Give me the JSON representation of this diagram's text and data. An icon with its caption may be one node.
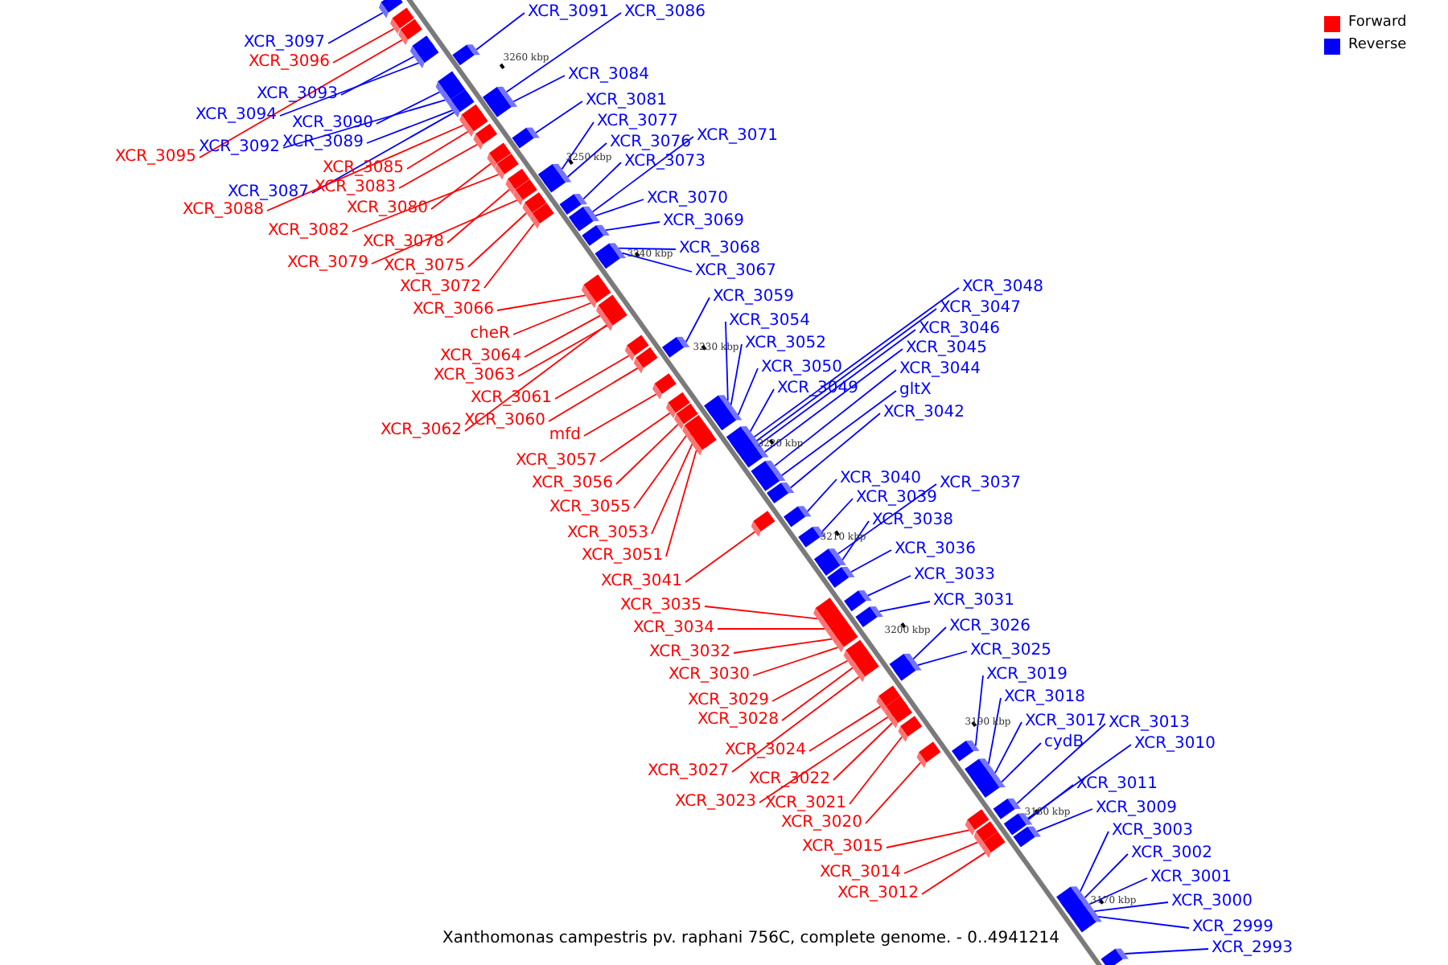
{
  "diagram": {
    "caption": "Xanthomonas campestris pv. raphani 756C, complete genome. - 0..4941214",
    "nodes": [
      {
        "text": [
          "XCR_3097"
        ]
      },
      {
        "text": [
          "XCR_3096"
        ]
      },
      {
        "text": [
          "XCR_3093"
        ]
      },
      {
        "text": [
          "XCR_3094"
        ]
      },
      {
        "text": [
          "XCR_3095"
        ]
      },
      {
        "text": [
          "XCR_3092"
        ]
      },
      {
        "text": [
          "XCR_3090"
        ]
      },
      {
        "text": [
          "XCR_3089"
        ]
      },
      {
        "text": [
          "XCR_3085"
        ]
      },
      {
        "text": [
          "XCR_3083"
        ]
      },
      {
        "text": [
          "XCR_3087"
        ]
      },
      {
        "text": [
          "XCR_3088"
        ]
      },
      {
        "text": [
          "XCR_3080"
        ]
      },
      {
        "text": [
          "XCR_3082"
        ]
      },
      {
        "text": [
          "XCR_3078"
        ]
      },
      {
        "text": [
          "XCR_3079"
        ]
      },
      {
        "text": [
          "XCR_3075"
        ]
      },
      {
        "text": [
          "XCR_3072"
        ]
      },
      {
        "text": [
          "XCR_3066"
        ]
      },
      {
        "text": [
          "cheR"
        ]
      },
      {
        "text": [
          "XCR_3064"
        ]
      },
      {
        "text": [
          "XCR_3063"
        ]
      },
      {
        "text": [
          "XCR_3061"
        ]
      },
      {
        "text": [
          "XCR_3062"
        ]
      },
      {
        "text": [
          "XCR_3060"
        ]
      },
      {
        "text": [
          "mfd"
        ]
      },
      {
        "text": [
          "XCR_3057"
        ]
      },
      {
        "text": [
          "XCR_3056"
        ]
      },
      {
        "text": [
          "XCR_3055"
        ]
      },
      {
        "text": [
          "XCR_3053"
        ]
      },
      {
        "text": [
          "XCR_3051"
        ]
      },
      {
        "text": [
          "XCR_3041"
        ]
      },
      {
        "text": [
          "XCR_3035"
        ]
      },
      {
        "text": [
          "XCR_3034"
        ]
      },
      {
        "text": [
          "XCR_3032"
        ]
      },
      {
        "text": [
          "XCR_3030"
        ]
      },
      {
        "text": [
          "XCR_3029"
        ]
      },
      {
        "text": [
          "XCR_3028"
        ]
      },
      {
        "text": [
          "XCR_3024"
        ]
      },
      {
        "text": [
          "XCR_3027"
        ]
      },
      {
        "text": [
          "XCR_3022"
        ]
      },
      {
        "text": [
          "XCR_3023"
        ]
      },
      {
        "text": [
          "XCR_3021"
        ]
      },
      {
        "text": [
          "XCR_3020"
        ]
      },
      {
        "text": [
          "XCR_3015"
        ]
      },
      {
        "text": [
          "XCR_3014"
        ]
      },
      {
        "text": [
          "XCR_3012"
        ]
      },
      {
        "text": [
          "XCR_3091"
        ]
      },
      {
        "text": [
          "XCR_3086"
        ]
      },
      {
        "text": [
          "XCR_3084"
        ]
      },
      {
        "text": [
          "XCR_3081"
        ]
      },
      {
        "text": [
          "XCR_3077"
        ]
      },
      {
        "text": [
          "XCR_3076"
        ]
      },
      {
        "text": [
          "XCR_3071"
        ]
      },
      {
        "text": [
          "XCR_3073"
        ]
      },
      {
        "text": [
          "XCR_3070"
        ]
      },
      {
        "text": [
          "XCR_3069"
        ]
      },
      {
        "text": [
          "XCR_3068"
        ]
      },
      {
        "text": [
          "XCR_3067"
        ]
      },
      {
        "text": [
          "XCR_3059"
        ]
      },
      {
        "text": [
          "XCR_3054"
        ]
      },
      {
        "text": [
          "XCR_3052"
        ]
      },
      {
        "text": [
          "XCR_3050"
        ]
      },
      {
        "text": [
          "XCR_3049"
        ]
      },
      {
        "text": [
          "XCR_3048"
        ]
      },
      {
        "text": [
          "XCR_3047"
        ]
      },
      {
        "text": [
          "XCR_3046"
        ]
      },
      {
        "text": [
          "XCR_3045"
        ]
      },
      {
        "text": [
          "XCR_3044"
        ]
      },
      {
        "text": [
          "gltX"
        ]
      },
      {
        "text": [
          "XCR_3042"
        ]
      },
      {
        "text": [
          "XCR_3040"
        ]
      },
      {
        "text": [
          "XCR_3039"
        ]
      },
      {
        "text": [
          "XCR_3037"
        ]
      },
      {
        "text": [
          "XCR_3038"
        ]
      },
      {
        "text": [
          "XCR_3036"
        ]
      },
      {
        "text": [
          "XCR_3033"
        ]
      },
      {
        "text": [
          "XCR_3031"
        ]
      },
      {
        "text": [
          "XCR_3026"
        ]
      },
      {
        "text": [
          "XCR_3025"
        ]
      },
      {
        "text": [
          "XCR_3019"
        ]
      },
      {
        "text": [
          "XCR_3018"
        ]
      },
      {
        "text": [
          "XCR_3017"
        ]
      },
      {
        "text": [
          "XCR_3013"
        ]
      },
      {
        "text": [
          "cydB"
        ]
      },
      {
        "text": [
          "XCR_3010"
        ]
      },
      {
        "text": [
          "XCR_3011"
        ]
      },
      {
        "text": [
          "XCR_3009"
        ]
      },
      {
        "text": [
          "XCR_3003"
        ]
      },
      {
        "text": [
          "XCR_3002"
        ]
      },
      {
        "text": [
          "XCR_3001"
        ]
      },
      {
        "text": [
          "XCR_3000"
        ]
      },
      {
        "text": [
          "XCR_2999"
        ]
      },
      {
        "text": [
          "XCR_2993"
        ]
      },
      {
        "text": [],
        "shape": "box"
      },
      {
        "text": [],
        "shape": "box"
      },
      {
        "text": [],
        "shape": "box"
      },
      {
        "text": [],
        "shape": "box"
      },
      {
        "text": [],
        "shape": "box"
      },
      {
        "text": [],
        "shape": "box"
      },
      {
        "text": [],
        "shape": "box"
      },
      {
        "text": [],
        "shape": "box"
      },
      {
        "text": [],
        "shape": "box"
      },
      {
        "text": [],
        "shape": "box"
      },
      {
        "text": [],
        "shape": "box"
      },
      {
        "text": [],
        "shape": "box"
      },
      {
        "text": [],
        "shape": "box"
      },
      {
        "text": [],
        "shape": "box"
      },
      {
        "text": [],
        "shape": "box"
      },
      {
        "text": [],
        "shape": "box"
      },
      {
        "text": [],
        "shape": "box"
      },
      {
        "text": [],
        "shape": "box"
      },
      {
        "text": [],
        "shape": "box"
      },
      {
        "text": [],
        "shape": "box"
      },
      {
        "text": [],
        "shape": "box"
      },
      {
        "text": [],
        "shape": "box"
      },
      {
        "text": [],
        "shape": "box"
      },
      {
        "text": [],
        "shape": "box"
      },
      {
        "text": [],
        "shape": "box"
      },
      {
        "text": [],
        "shape": "box"
      },
      {
        "text": [],
        "shape": "box"
      },
      {
        "text": [],
        "shape": "box"
      },
      {
        "text": [],
        "shape": "box"
      },
      {
        "text": [],
        "shape": "box"
      },
      {
        "text": [],
        "shape": "box"
      },
      {
        "text": [],
        "shape": "box"
      },
      {
        "text": [],
        "shape": "box"
      },
      {
        "text": [],
        "shape": "box"
      },
      {
        "text": [],
        "shape": "box"
      },
      {
        "text": [],
        "shape": "box"
      },
      {
        "text": [],
        "shape": "box"
      },
      {
        "text": [],
        "shape": "box"
      },
      {
        "text": [],
        "shape": "box"
      },
      {
        "text": [],
        "shape": "box"
      },
      {
        "text": [],
        "shape": "box"
      },
      {
        "text": [],
        "shape": "box"
      },
      {
        "text": [],
        "shape": "box"
      },
      {
        "text": [],
        "shape": "box"
      },
      {
        "text": [],
        "shape": "box"
      },
      {
        "text": [],
        "shape": "box"
      },
      {
        "text": [],
        "shape": "box"
      },
      {
        "text": [],
        "shape": "box"
      },
      {
        "text": [],
        "shape": "box"
      },
      {
        "text": [],
        "shape": "box"
      },
      {
        "text": [],
        "shape": "box"
      },
      {
        "text": [],
        "shape": "box"
      },
      {
        "text": [],
        "shape": "box"
      },
      {
        "text": [],
        "shape": "box"
      },
      {
        "text": [],
        "shape": "box"
      },
      {
        "text": [],
        "shape": "box"
      },
      {
        "text": [],
        "shape": "box"
      },
      {
        "text": [],
        "shape": "box"
      },
      {
        "text": [],
        "shape": "box"
      },
      {
        "text": [],
        "shape": "box"
      },
      {
        "text": [],
        "shape": "box"
      },
      {
        "text": [],
        "shape": "box"
      },
      {
        "text": [],
        "shape": "box"
      },
      {
        "text": [],
        "shape": "box"
      },
      {
        "text": [],
        "shape": "box"
      },
      {
        "text": [],
        "shape": "box"
      },
      {
        "text": [],
        "shape": "box"
      },
      {
        "text": [],
        "shape": "box"
      },
      {
        "text": [],
        "shape": "box"
      },
      {
        "text": [],
        "shape": "box"
      },
      {
        "text": [],
        "shape": "box"
      },
      {
        "text": [],
        "shape": "box"
      },
      {
        "text": [],
        "shape": "box"
      },
      {
        "text": [],
        "shape": "box"
      },
      {
        "text": [],
        "shape": "box"
      },
      {
        "text": [],
        "shape": "box"
      },
      {
        "text": [],
        "shape": "box"
      },
      {
        "text": [],
        "shape": "box"
      },
      {
        "text": [],
        "shape": "box"
      },
      {
        "text": [],
        "shape": "box"
      },
      {
        "text": [],
        "shape": "box"
      },
      {
        "text": [],
        "shape": "box"
      },
      {
        "text": [],
        "shape": "box"
      },
      {
        "text": [],
        "shape": "box"
      },
      {
        "text": [],
        "shape": "box"
      },
      {
        "text": [],
        "shape": "box"
      },
      {
        "text": [],
        "shape": "box"
      },
      {
        "text": [],
        "shape": "box"
      },
      {
        "text": [],
        "shape": "box"
      },
      {
        "text": [],
        "shape": "box"
      },
      {
        "text": [],
        "shape": "box"
      },
      {
        "text": [],
        "shape": "box"
      },
      {
        "text": [],
        "shape": "box"
      },
      {
        "text": [],
        "shape": "box"
      }
    ],
    "edges": [
      {
        "from": 0,
        "to": 94,
        "arrow": "none",
        "color": "#0000ff"
      },
      {
        "from": 1,
        "to": 95,
        "arrow": "none",
        "color": "#ff0000"
      },
      {
        "from": 2,
        "to": 96,
        "arrow": "none",
        "color": "#0000ff"
      },
      {
        "from": 3,
        "to": 97,
        "arrow": "none",
        "color": "#0000ff"
      },
      {
        "from": 4,
        "to": 98,
        "arrow": "none",
        "color": "#ff0000"
      },
      {
        "from": 5,
        "to": 99,
        "arrow": "none",
        "color": "#0000ff"
      },
      {
        "from": 6,
        "to": 100,
        "arrow": "none",
        "color": "#0000ff"
      },
      {
        "from": 7,
        "to": 101,
        "arrow": "none",
        "color": "#0000ff"
      },
      {
        "from": 8,
        "to": 102,
        "arrow": "none",
        "color": "#ff0000"
      },
      {
        "from": 9,
        "to": 103,
        "arrow": "none",
        "color": "#ff0000"
      },
      {
        "from": 10,
        "to": 104,
        "arrow": "none",
        "color": "#0000ff"
      },
      {
        "from": 11,
        "to": 105,
        "arrow": "none",
        "color": "#ff0000"
      },
      {
        "from": 12,
        "to": 106,
        "arrow": "none",
        "color": "#ff0000"
      },
      {
        "from": 13,
        "to": 107,
        "arrow": "none",
        "color": "#ff0000"
      },
      {
        "from": 14,
        "to": 108,
        "arrow": "none",
        "color": "#ff0000"
      },
      {
        "from": 15,
        "to": 109,
        "arrow": "none",
        "color": "#ff0000"
      },
      {
        "from": 16,
        "to": 110,
        "arrow": "none",
        "color": "#ff0000"
      },
      {
        "from": 17,
        "to": 111,
        "arrow": "none",
        "color": "#ff0000"
      },
      {
        "from": 18,
        "to": 112,
        "arrow": "none",
        "color": "#ff0000"
      },
      {
        "from": 19,
        "to": 113,
        "arrow": "none",
        "color": "#ff0000"
      },
      {
        "from": 20,
        "to": 114,
        "arrow": "none",
        "color": "#ff0000"
      },
      {
        "from": 21,
        "to": 115,
        "arrow": "none",
        "color": "#ff0000"
      },
      {
        "from": 22,
        "to": 116,
        "arrow": "none",
        "color": "#ff0000"
      },
      {
        "from": 23,
        "to": 117,
        "arrow": "none",
        "color": "#ff0000"
      },
      {
        "from": 24,
        "to": 118,
        "arrow": "none",
        "color": "#ff0000"
      },
      {
        "from": 25,
        "to": 119,
        "arrow": "none",
        "color": "#ff0000"
      },
      {
        "from": 26,
        "to": 120,
        "arrow": "none",
        "color": "#ff0000"
      },
      {
        "from": 27,
        "to": 121,
        "arrow": "none",
        "color": "#ff0000"
      },
      {
        "from": 28,
        "to": 122,
        "arrow": "none",
        "color": "#ff0000"
      },
      {
        "from": 29,
        "to": 123,
        "arrow": "none",
        "color": "#ff0000"
      },
      {
        "from": 30,
        "to": 124,
        "arrow": "none",
        "color": "#ff0000"
      },
      {
        "from": 31,
        "to": 125,
        "arrow": "none",
        "color": "#ff0000"
      },
      {
        "from": 32,
        "to": 126,
        "arrow": "none",
        "color": "#ff0000"
      },
      {
        "from": 33,
        "to": 127,
        "arrow": "none",
        "color": "#ff0000"
      },
      {
        "from": 34,
        "to": 128,
        "arrow": "none",
        "color": "#ff0000"
      },
      {
        "from": 35,
        "to": 129,
        "arrow": "none",
        "color": "#ff0000"
      },
      {
        "from": 36,
        "to": 130,
        "arrow": "none",
        "color": "#ff0000"
      },
      {
        "from": 37,
        "to": 131,
        "arrow": "none",
        "color": "#ff0000"
      },
      {
        "from": 38,
        "to": 132,
        "arrow": "none",
        "color": "#ff0000"
      },
      {
        "from": 39,
        "to": 133,
        "arrow": "none",
        "color": "#ff0000"
      },
      {
        "from": 40,
        "to": 134,
        "arrow": "none",
        "color": "#ff0000"
      },
      {
        "from": 41,
        "to": 135,
        "arrow": "none",
        "color": "#ff0000"
      },
      {
        "from": 42,
        "to": 136,
        "arrow": "none",
        "color": "#ff0000"
      },
      {
        "from": 43,
        "to": 137,
        "arrow": "none",
        "color": "#ff0000"
      },
      {
        "from": 44,
        "to": 138,
        "arrow": "none",
        "color": "#ff0000"
      },
      {
        "from": 45,
        "to": 139,
        "arrow": "none",
        "color": "#ff0000"
      },
      {
        "from": 46,
        "to": 140,
        "arrow": "none",
        "color": "#ff0000"
      },
      {
        "from": 47,
        "to": 141,
        "arrow": "none",
        "color": "#0000ff"
      },
      {
        "from": 48,
        "to": 142,
        "arrow": "none",
        "color": "#0000ff"
      },
      {
        "from": 49,
        "to": 143,
        "arrow": "none",
        "color": "#0000ff"
      },
      {
        "from": 50,
        "to": 144,
        "arrow": "none",
        "color": "#0000ff"
      },
      {
        "from": 51,
        "to": 145,
        "arrow": "none",
        "color": "#0000ff"
      },
      {
        "from": 52,
        "to": 146,
        "arrow": "none",
        "color": "#0000ff"
      },
      {
        "from": 53,
        "to": 147,
        "arrow": "none",
        "color": "#0000ff"
      },
      {
        "from": 54,
        "to": 148,
        "arrow": "none",
        "color": "#0000ff"
      },
      {
        "from": 55,
        "to": 149,
        "arrow": "none",
        "color": "#0000ff"
      },
      {
        "from": 56,
        "to": 150,
        "arrow": "none",
        "color": "#0000ff"
      },
      {
        "from": 57,
        "to": 151,
        "arrow": "none",
        "color": "#0000ff"
      },
      {
        "from": 58,
        "to": 152,
        "arrow": "none",
        "color": "#0000ff"
      },
      {
        "from": 59,
        "to": 153,
        "arrow": "none",
        "color": "#0000ff"
      },
      {
        "from": 60,
        "to": 154,
        "arrow": "none",
        "color": "#0000ff"
      },
      {
        "from": 61,
        "to": 155,
        "arrow": "none",
        "color": "#0000ff"
      },
      {
        "from": 62,
        "to": 156,
        "arrow": "none",
        "color": "#0000ff"
      },
      {
        "from": 63,
        "to": 157,
        "arrow": "none",
        "color": "#0000ff"
      },
      {
        "from": 64,
        "to": 158,
        "arrow": "none",
        "color": "#0000ff"
      },
      {
        "from": 65,
        "to": 159,
        "arrow": "none",
        "color": "#0000ff"
      },
      {
        "from": 66,
        "to": 160,
        "arrow": "none",
        "color": "#0000ff"
      },
      {
        "from": 67,
        "to": 161,
        "arrow": "none",
        "color": "#0000ff"
      },
      {
        "from": 68,
        "to": 162,
        "arrow": "none",
        "color": "#0000ff"
      },
      {
        "from": 69,
        "to": 163,
        "arrow": "none",
        "color": "#0000ff"
      },
      {
        "from": 70,
        "to": 164,
        "arrow": "none",
        "color": "#0000ff"
      },
      {
        "from": 71,
        "to": 165,
        "arrow": "none",
        "color": "#0000ff"
      },
      {
        "from": 72,
        "to": 166,
        "arrow": "none",
        "color": "#0000ff"
      },
      {
        "from": 73,
        "to": 167,
        "arrow": "none",
        "color": "#0000ff"
      },
      {
        "from": 74,
        "to": 168,
        "arrow": "none",
        "color": "#0000ff"
      },
      {
        "from": 75,
        "to": 169,
        "arrow": "none",
        "color": "#0000ff"
      },
      {
        "from": 76,
        "to": 170,
        "arrow": "none",
        "color": "#0000ff"
      },
      {
        "from": 77,
        "to": 171,
        "arrow": "none",
        "color": "#0000ff"
      },
      {
        "from": 78,
        "to": 172,
        "arrow": "none",
        "color": "#0000ff"
      },
      {
        "from": 79,
        "to": 173,
        "arrow": "none",
        "color": "#0000ff"
      },
      {
        "from": 80,
        "to": 174,
        "arrow": "none",
        "color": "#0000ff"
      },
      {
        "from": 81,
        "to": 175,
        "arrow": "none",
        "color": "#0000ff"
      },
      {
        "from": 82,
        "to": 176,
        "arrow": "none",
        "color": "#0000ff"
      },
      {
        "from": 83,
        "to": 177,
        "arrow": "none",
        "color": "#0000ff"
      },
      {
        "from": 84,
        "to": 178,
        "arrow": "none",
        "color": "#0000ff"
      },
      {
        "from": 85,
        "to": 179,
        "arrow": "none",
        "color": "#0000ff"
      },
      {
        "from": 86,
        "to": 180,
        "arrow": "none",
        "color": "#0000ff"
      },
      {
        "from": 87,
        "to": 181,
        "arrow": "none",
        "color": "#0000ff"
      },
      {
        "from": 88,
        "to": 182,
        "arrow": "none",
        "color": "#0000ff"
      },
      {
        "from": 89,
        "to": 183,
        "arrow": "none",
        "color": "#0000ff"
      },
      {
        "from": 90,
        "to": 184,
        "arrow": "none",
        "color": "#0000ff"
      },
      {
        "from": 91,
        "to": 185,
        "arrow": "none",
        "color": "#0000ff"
      },
      {
        "from": 92,
        "to": 186,
        "arrow": "none",
        "color": "#0000ff"
      },
      {
        "from": 93,
        "to": 187,
        "arrow": "none",
        "color": "#0000ff"
      }
    ],
    "labels": [
      "3260 kbp",
      "3250 kbp",
      "3240 kbp",
      "3230 kbp",
      "3220 kbp",
      "3210 kbp",
      "3200 kbp",
      "3190 kbp",
      "3180 kbp",
      "3170 kbp"
    ],
    "legend": [
      {
        "text": "Forward",
        "color": "#ff0000"
      },
      {
        "text": "Reverse",
        "color": "#0000ff"
      }
    ]
  }
}
